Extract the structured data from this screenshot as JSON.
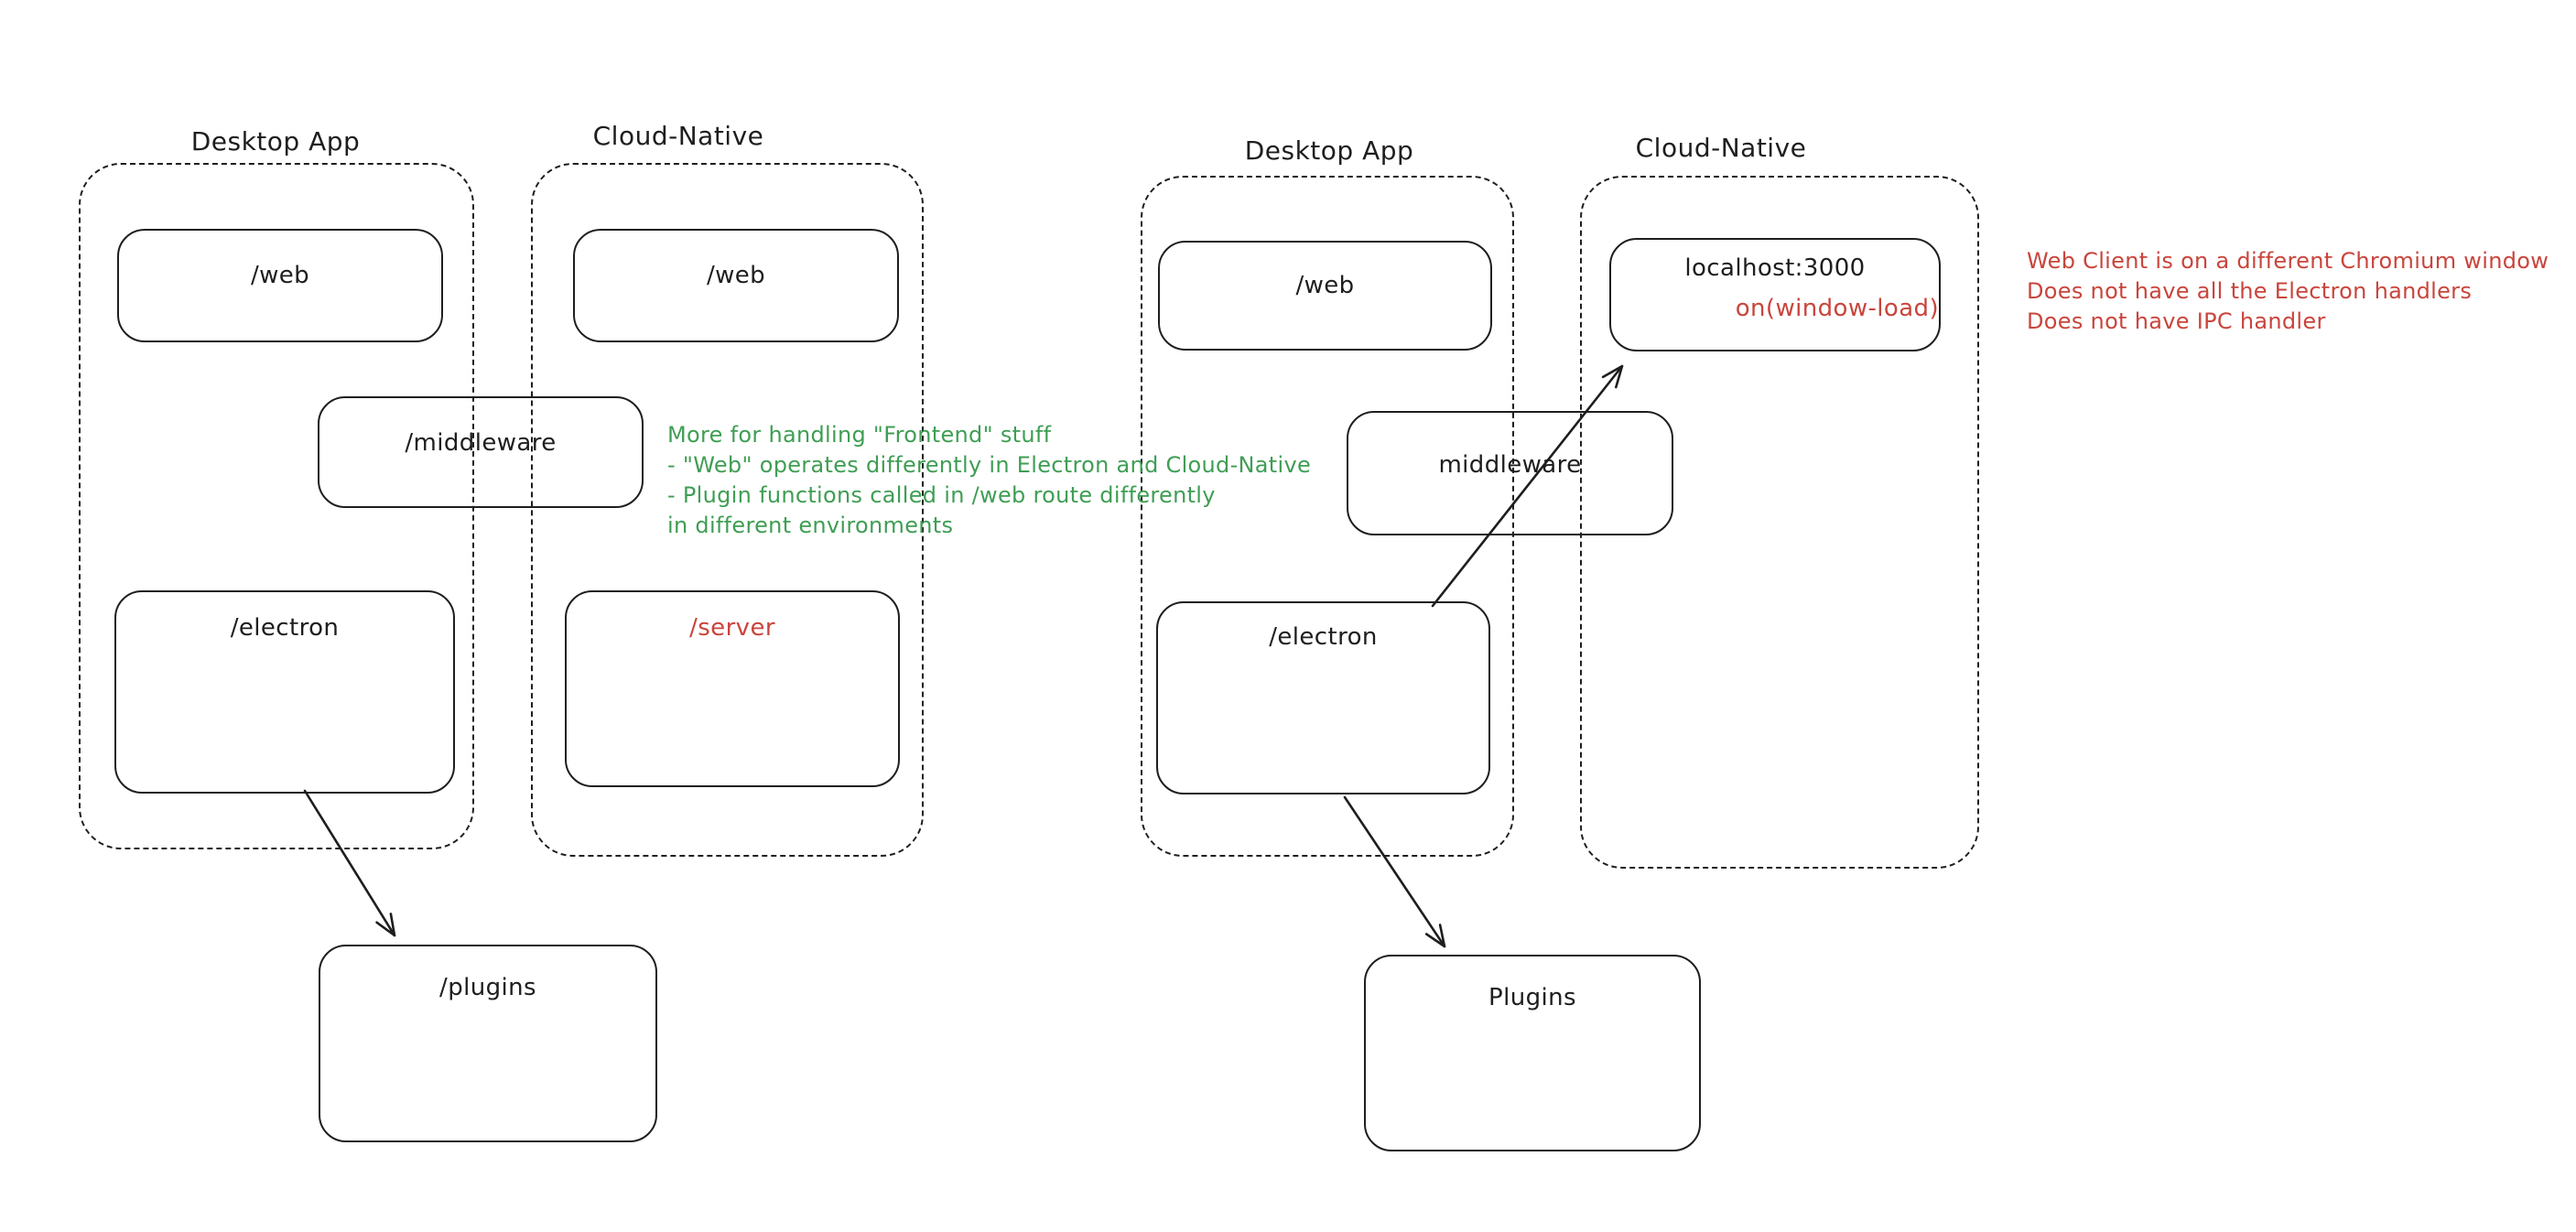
{
  "colors": {
    "ink": "#1e1e1e",
    "green": "#3f9e54",
    "red": "#c9453c",
    "background": "#ffffff"
  },
  "left_diagram": {
    "desktop": {
      "label": "Desktop App",
      "web_box": "/web",
      "electron_box": "/electron"
    },
    "cloud": {
      "label": "Cloud-Native",
      "web_box": "/web",
      "server_box": "/server"
    },
    "middleware_box": "/middleware",
    "plugins_box": "/plugins"
  },
  "right_diagram": {
    "desktop": {
      "label": "Desktop App",
      "web_box": "/web",
      "electron_box": "/electron"
    },
    "cloud": {
      "label": "Cloud-Native",
      "localhost_box": "localhost:3000",
      "window_load": "on(window-load)"
    },
    "middleware_box": "middleware",
    "plugins_box": "Plugins"
  },
  "notes": {
    "green": {
      "lines": [
        "More for handling \"Frontend\" stuff",
        "- \"Web\" operates differently in Electron and Cloud-Native",
        "- Plugin functions called in /web route differently",
        "in different environments"
      ]
    },
    "red": {
      "lines": [
        "Web Client is on a different Chromium window",
        "Does not have all the Electron handlers",
        "Does not have IPC handler"
      ]
    }
  }
}
